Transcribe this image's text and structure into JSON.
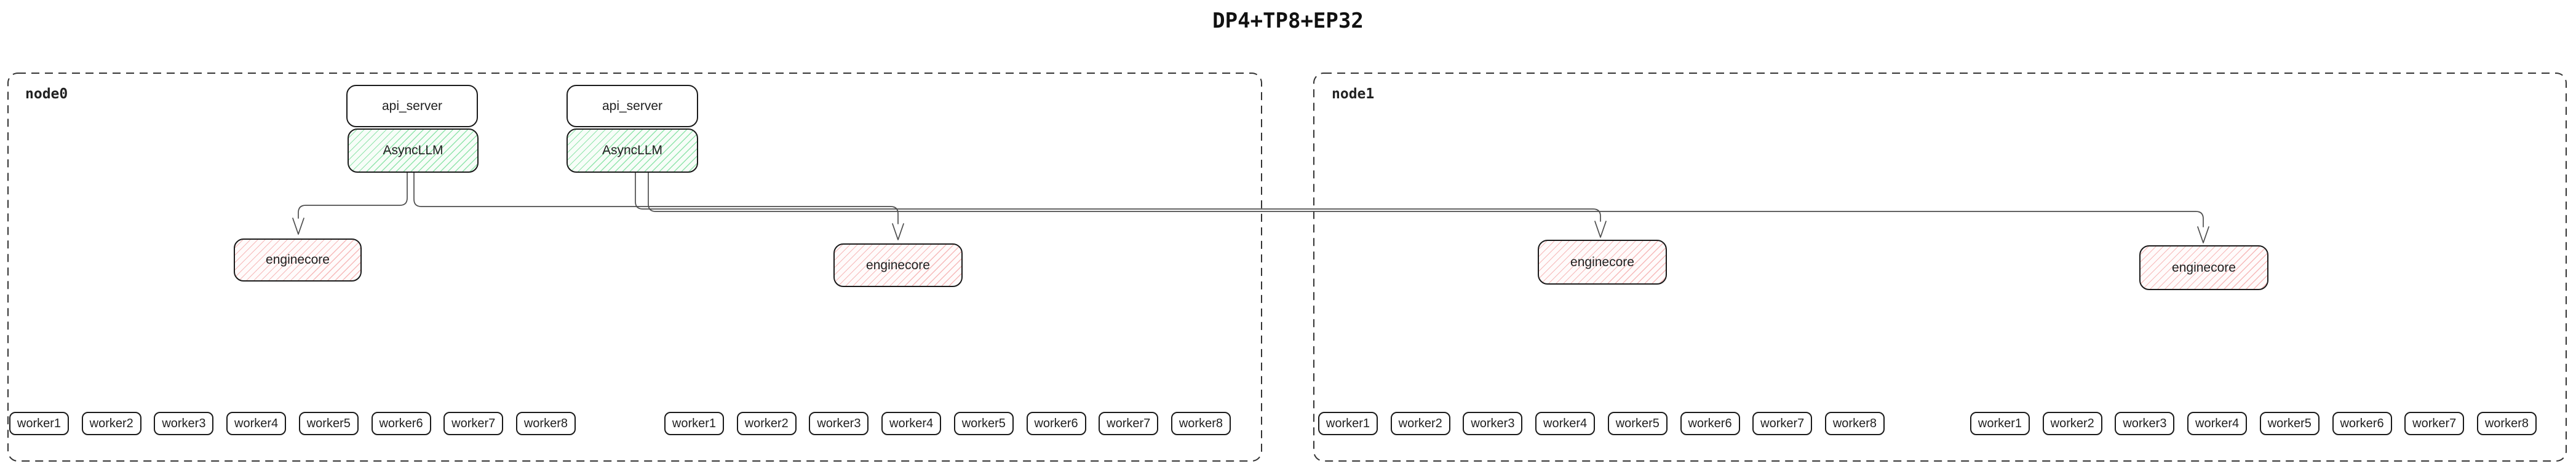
{
  "title": "DP4+TP8+EP32",
  "colors": {
    "background": "#ffffff",
    "box_border": "#1a1a1a",
    "node_dashed_border": "#333333",
    "edge_line": "#4d4d4d",
    "asyncllm_fill": "#f7fdf8",
    "asyncllm_hatch": "#6edc91",
    "enginecore_fill": "#fffbfb",
    "enginecore_hatch": "#f29696"
  },
  "nodes": [
    {
      "label": "node0",
      "stacks": [
        {
          "api_server": "api_server",
          "asyncllm": "AsyncLLM"
        },
        {
          "api_server": "api_server",
          "asyncllm": "AsyncLLM"
        }
      ],
      "enginecores": [
        "enginecore",
        "enginecore"
      ],
      "worker_rows": [
        [
          "worker1",
          "worker2",
          "worker3",
          "worker4",
          "worker5",
          "worker6",
          "worker7",
          "worker8"
        ],
        [
          "worker1",
          "worker2",
          "worker3",
          "worker4",
          "worker5",
          "worker6",
          "worker7",
          "worker8"
        ]
      ]
    },
    {
      "label": "node1",
      "enginecores": [
        "enginecore",
        "enginecore"
      ],
      "worker_rows": [
        [
          "worker1",
          "worker2",
          "worker3",
          "worker4",
          "worker5",
          "worker6",
          "worker7",
          "worker8"
        ],
        [
          "worker1",
          "worker2",
          "worker3",
          "worker4",
          "worker5",
          "worker6",
          "worker7",
          "worker8"
        ]
      ]
    }
  ],
  "edges": [
    {
      "from": "node0 AsyncLLM 1",
      "to": "node0 enginecore 1"
    },
    {
      "from": "node0 AsyncLLM 1",
      "to": "node0 enginecore 2"
    },
    {
      "from": "node0 AsyncLLM 2",
      "to": "node1 enginecore 1"
    },
    {
      "from": "node0 AsyncLLM 2",
      "to": "node1 enginecore 2"
    }
  ]
}
